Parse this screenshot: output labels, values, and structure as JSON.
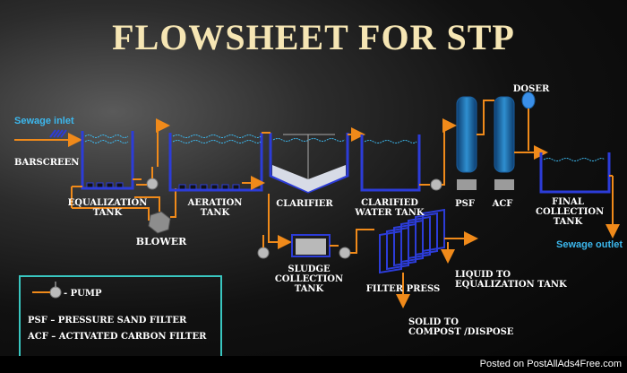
{
  "title": "FLOWSHEET FOR STP",
  "labels": {
    "sewage_inlet": "Sewage inlet",
    "barscreen": "BARSCREEN",
    "equalization": [
      "EQUALIZATION",
      "TANK"
    ],
    "blower": "BLOWER",
    "aeration": [
      "AERATION",
      "TANK"
    ],
    "clarifier": "CLARIFIER",
    "clarified": [
      "CLARIFIED",
      "WATER TANK"
    ],
    "psf": "PSF",
    "acf": "ACF",
    "doser": "DOSER",
    "final": [
      "FINAL",
      "COLLECTION",
      "TANK"
    ],
    "sewage_outlet": "Sewage outlet",
    "sludge": [
      "SLUDGE",
      "COLLECTION",
      "TANK"
    ],
    "filter_press": "FILTER PRESS",
    "liquid": [
      "LIQUID TO",
      "EQUALIZATION TANK"
    ],
    "solid": [
      "SOLID TO",
      "COMPOST /DISPOSE"
    ]
  },
  "legend": {
    "pump": "- PUMP",
    "psf": "PSF – PRESSURE SAND FILTER",
    "acf": "ACF – ACTIVATED CARBON FILTER"
  },
  "footer": {
    "prefix": "Posted on ",
    "site": "PostAllAds4Free.com"
  },
  "colors": {
    "accent_title": "#f6e6b4",
    "flow_line": "#f08a1a",
    "tank_outline": "#2c3cd8",
    "water": "#3cb8ee",
    "legend_border": "#39c6c0"
  }
}
